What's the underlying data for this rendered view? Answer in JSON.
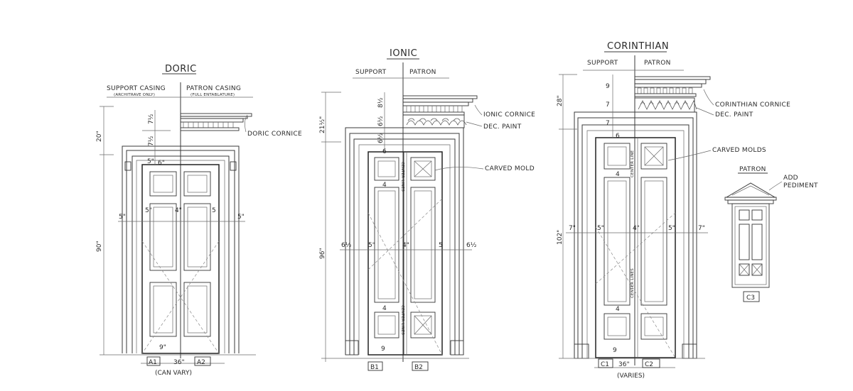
{
  "doric": {
    "title": "DORIC",
    "support_casing": "SUPPORT CASING",
    "support_casing_note": "(ARCHITRAVE ONLY)",
    "patron_casing": "PATRON CASING",
    "patron_casing_note": "(FULL ENTABLATURE)",
    "cornice": "DORIC CORNICE",
    "dim_height_upper": "20\"",
    "dim_height_main": "90\"",
    "dim_7_half": "7½",
    "dim_casing_top": "7½",
    "dim_rail_left": "5\"",
    "dim_rail_right": "6\"",
    "dim_mid_left": "5\"",
    "dim_mid_center": "4\"",
    "dim_mid_right": "5",
    "dim_casing_l": "5\"",
    "dim_casing_r": "5\"",
    "dim_bottom": "9\"",
    "dim_width": "36\"",
    "tag_a1": "A1",
    "tag_a2": "A2",
    "width_note": "(CAN VARY)"
  },
  "ionic": {
    "title": "IONIC",
    "support": "SUPPORT",
    "patron": "PATRON",
    "cornice": "IONIC CORNICE",
    "dec_paint": "DEC. PAINT",
    "carved_mold": "CARVED MOLD",
    "dim_height_upper": "21½\"",
    "dim_height_main": "96\"",
    "dim_8_half": "8½",
    "dim_6_half_a": "6½",
    "dim_6_half_b": "6½",
    "dim_top_rail": "6",
    "dim_rail_4": "4",
    "dim_casing_l": "6½",
    "dim_stile_l": "5\"",
    "dim_center": "4\"",
    "dim_stile_r": "5",
    "dim_casing_r": "6½",
    "dim_rail_4b": "4",
    "dim_bottom": "9",
    "mull_text_1": "CENTER LINES",
    "mull_text_2": "CENTER LINES",
    "tag_b1": "B1",
    "tag_b2": "B2"
  },
  "corinthian": {
    "title": "CORINTHIAN",
    "support": "SUPPORT",
    "patron": "PATRON",
    "cornice": "CORINTHIAN CORNICE",
    "dec_paint": "DEC. PAINT",
    "carved_molds": "CARVED MOLDS",
    "dim_height_upper": "28\"",
    "dim_height_main": "102\"",
    "dim_9": "9",
    "dim_7_top": "7",
    "dim_7_b": "7",
    "dim_6": "6",
    "dim_4_a": "4",
    "dim_casing_l": "7\"",
    "dim_stile_l": "5\"",
    "dim_center": "4\"",
    "dim_stile_r": "5\"",
    "dim_casing_r": "7\"",
    "dim_4_b": "4",
    "dim_bottom": "9",
    "mull_text_1": "CENTER LINE",
    "mull_text_2": "CENTER LINES",
    "tag_c1": "C1",
    "tag_c2": "C2",
    "dim_width": "36\"",
    "width_note": "(VARIES)"
  },
  "patron_detail": {
    "title": "PATRON",
    "note": "ADD PEDIMENT",
    "tag_c3": "C3"
  }
}
